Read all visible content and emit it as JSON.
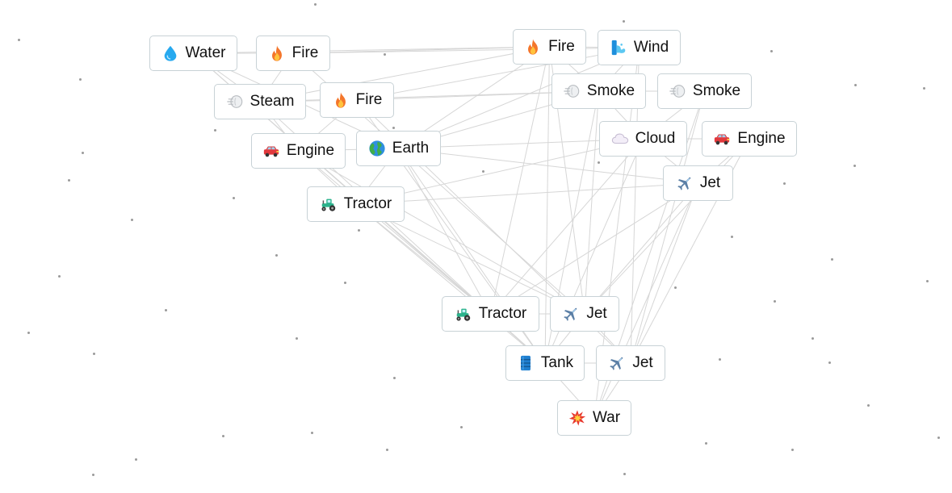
{
  "elements": [
    {
      "id": "water",
      "label": "Water",
      "icon": "water-drop-icon"
    },
    {
      "id": "fire-a",
      "label": "Fire",
      "icon": "fire-icon"
    },
    {
      "id": "steam",
      "label": "Steam",
      "icon": "steam-icon"
    },
    {
      "id": "fire-b",
      "label": "Fire",
      "icon": "fire-icon"
    },
    {
      "id": "engine-a",
      "label": "Engine",
      "icon": "car-icon"
    },
    {
      "id": "earth",
      "label": "Earth",
      "icon": "globe-icon"
    },
    {
      "id": "tractor-a",
      "label": "Tractor",
      "icon": "tractor-icon"
    },
    {
      "id": "fire-c",
      "label": "Fire",
      "icon": "fire-icon"
    },
    {
      "id": "wind",
      "label": "Wind",
      "icon": "wind-icon"
    },
    {
      "id": "smoke-a",
      "label": "Smoke",
      "icon": "smoke-icon"
    },
    {
      "id": "smoke-b",
      "label": "Smoke",
      "icon": "smoke-icon"
    },
    {
      "id": "cloud",
      "label": "Cloud",
      "icon": "cloud-icon"
    },
    {
      "id": "engine-b",
      "label": "Engine",
      "icon": "car-icon"
    },
    {
      "id": "jet-a",
      "label": "Jet",
      "icon": "airplane-icon"
    },
    {
      "id": "tractor-b",
      "label": "Tractor",
      "icon": "tractor-icon"
    },
    {
      "id": "jet-b",
      "label": "Jet",
      "icon": "airplane-icon"
    },
    {
      "id": "tank",
      "label": "Tank",
      "icon": "barrel-icon"
    },
    {
      "id": "jet-c",
      "label": "Jet",
      "icon": "airplane-icon"
    },
    {
      "id": "war",
      "label": "War",
      "icon": "explosion-icon"
    }
  ],
  "combinations": [
    [
      "water",
      "fire-a"
    ],
    [
      "fire-a",
      "steam"
    ],
    [
      "water",
      "steam"
    ],
    [
      "steam",
      "fire-b"
    ],
    [
      "steam",
      "engine-a"
    ],
    [
      "fire-b",
      "engine-a"
    ],
    [
      "engine-a",
      "earth"
    ],
    [
      "engine-a",
      "tractor-a"
    ],
    [
      "earth",
      "tractor-a"
    ],
    [
      "fire-c",
      "wind"
    ],
    [
      "fire-c",
      "smoke-a"
    ],
    [
      "wind",
      "smoke-a"
    ],
    [
      "smoke-a",
      "smoke-b"
    ],
    [
      "smoke-b",
      "cloud"
    ],
    [
      "smoke-a",
      "cloud"
    ],
    [
      "cloud",
      "engine-b"
    ],
    [
      "cloud",
      "jet-a"
    ],
    [
      "engine-b",
      "jet-a"
    ],
    [
      "tractor-b",
      "jet-b"
    ],
    [
      "tractor-b",
      "tank"
    ],
    [
      "jet-b",
      "tank"
    ],
    [
      "tank",
      "jet-c"
    ],
    [
      "jet-b",
      "jet-c"
    ],
    [
      "tank",
      "war"
    ],
    [
      "jet-c",
      "war"
    ],
    [
      "tractor-a",
      "tractor-b"
    ],
    [
      "tractor-a",
      "jet-b"
    ],
    [
      "tractor-a",
      "tank"
    ],
    [
      "engine-a",
      "tractor-b"
    ],
    [
      "earth",
      "tractor-b"
    ],
    [
      "earth",
      "tank"
    ],
    [
      "steam",
      "tractor-b"
    ],
    [
      "water",
      "tractor-b"
    ],
    [
      "fire-a",
      "jet-b"
    ],
    [
      "fire-b",
      "tank"
    ],
    [
      "fire-b",
      "jet-c"
    ],
    [
      "water",
      "tank"
    ],
    [
      "jet-a",
      "tractor-b"
    ],
    [
      "jet-a",
      "jet-b"
    ],
    [
      "jet-a",
      "jet-c"
    ],
    [
      "jet-a",
      "war"
    ],
    [
      "cloud",
      "tractor-b"
    ],
    [
      "cloud",
      "tank"
    ],
    [
      "engine-b",
      "jet-b"
    ],
    [
      "engine-b",
      "jet-c"
    ],
    [
      "smoke-a",
      "jet-b"
    ],
    [
      "smoke-a",
      "tank"
    ],
    [
      "smoke-b",
      "jet-c"
    ],
    [
      "smoke-b",
      "war"
    ],
    [
      "fire-c",
      "tractor-b"
    ],
    [
      "fire-c",
      "tank"
    ],
    [
      "fire-c",
      "jet-b"
    ],
    [
      "wind",
      "jet-c"
    ],
    [
      "wind",
      "war"
    ],
    [
      "fire-c",
      "earth"
    ],
    [
      "fire-c",
      "fire-a"
    ],
    [
      "water",
      "fire-c"
    ],
    [
      "fire-a",
      "wind"
    ],
    [
      "earth",
      "smoke-a"
    ],
    [
      "earth",
      "cloud"
    ],
    [
      "fire-b",
      "smoke-a"
    ],
    [
      "steam",
      "smoke-a"
    ],
    [
      "earth",
      "jet-a"
    ],
    [
      "tractor-a",
      "jet-a"
    ],
    [
      "tractor-a",
      "cloud"
    ],
    [
      "engine-a",
      "jet-b"
    ],
    [
      "fire-b",
      "wind"
    ],
    [
      "earth",
      "wind"
    ],
    [
      "steam",
      "fire-c"
    ],
    [
      "water",
      "earth"
    ]
  ]
}
